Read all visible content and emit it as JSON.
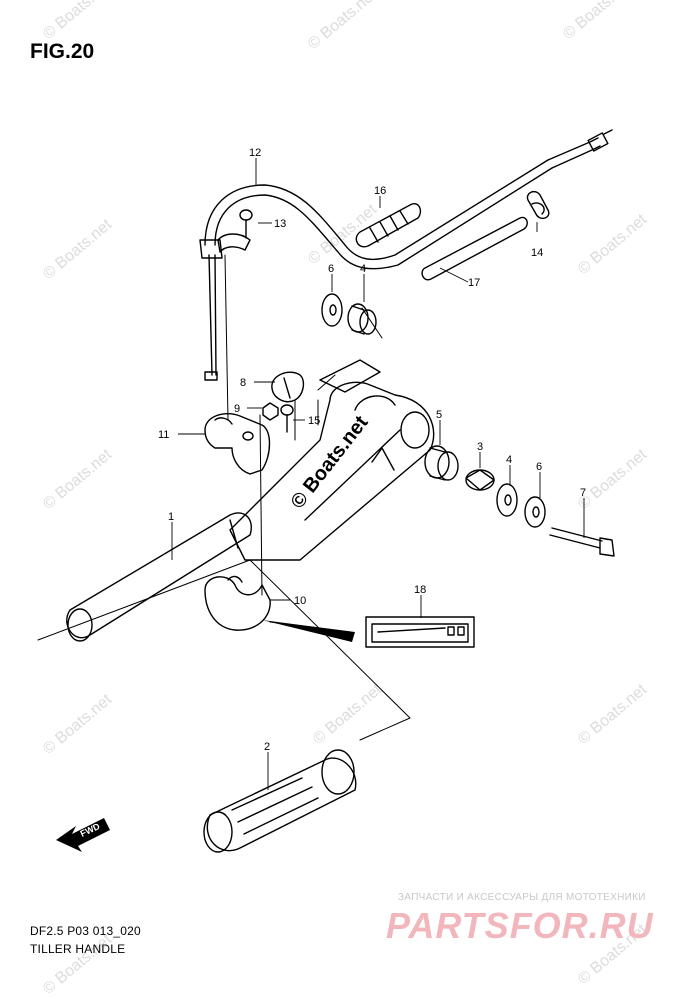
{
  "figure": {
    "title": "FIG.20",
    "code": "DF2.5 P03 013_020",
    "caption": "TILLER HANDLE"
  },
  "callouts": [
    {
      "id": "c1",
      "label": "1"
    },
    {
      "id": "c2",
      "label": "2"
    },
    {
      "id": "c3",
      "label": "3"
    },
    {
      "id": "c4a",
      "label": "4"
    },
    {
      "id": "c4b",
      "label": "4"
    },
    {
      "id": "c5",
      "label": "5"
    },
    {
      "id": "c6a",
      "label": "6"
    },
    {
      "id": "c6b",
      "label": "6"
    },
    {
      "id": "c7",
      "label": "7"
    },
    {
      "id": "c8",
      "label": "8"
    },
    {
      "id": "c9",
      "label": "9"
    },
    {
      "id": "c10",
      "label": "10"
    },
    {
      "id": "c11",
      "label": "11"
    },
    {
      "id": "c12",
      "label": "12"
    },
    {
      "id": "c13",
      "label": "13"
    },
    {
      "id": "c14",
      "label": "14"
    },
    {
      "id": "c15",
      "label": "15"
    },
    {
      "id": "c16",
      "label": "16"
    },
    {
      "id": "c17",
      "label": "17"
    },
    {
      "id": "c18",
      "label": "18"
    }
  ],
  "watermark": {
    "text": "© Boats.net",
    "overlay_text": "© Boats.net"
  },
  "direction_tag": "FWD",
  "shop": {
    "tagline": "ЗАПЧАСТИ И АКСЕССУАРЫ ДЛЯ МОТОТЕХНИКИ",
    "brand": "PARTSFOR.RU"
  }
}
